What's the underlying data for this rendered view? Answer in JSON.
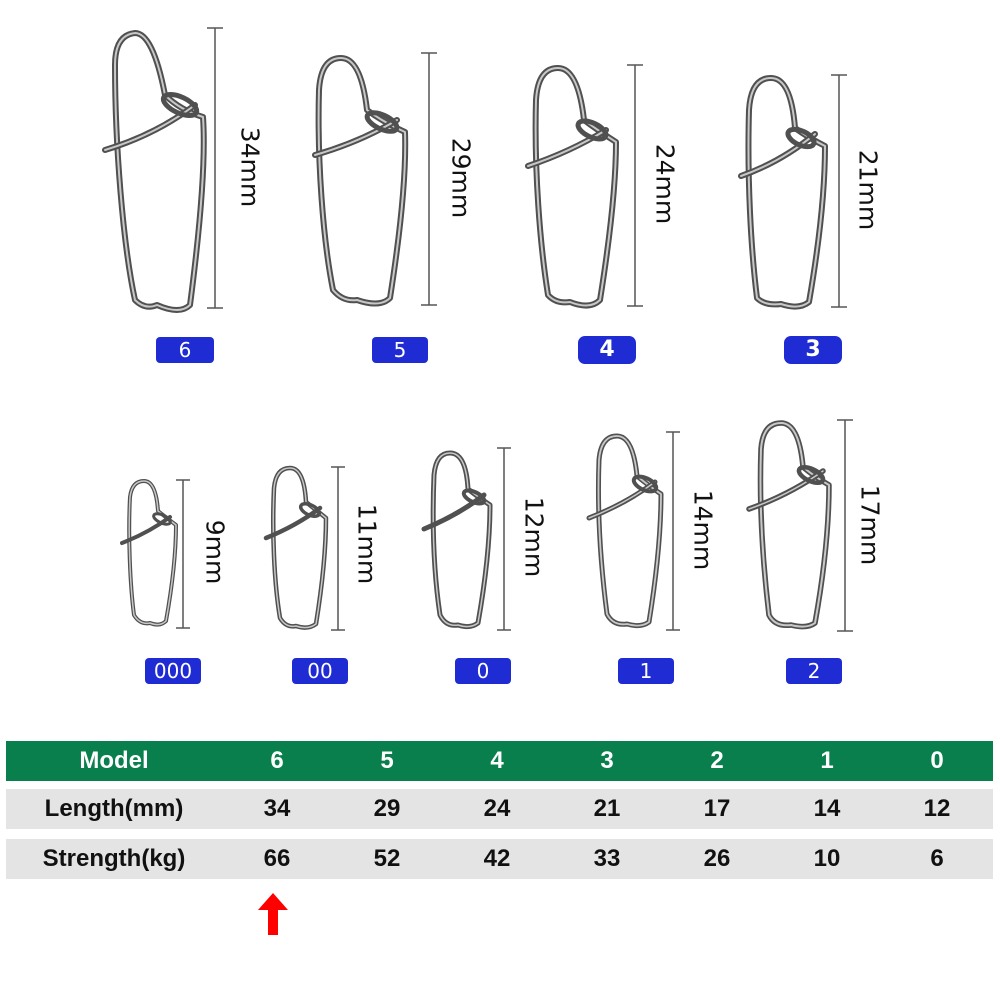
{
  "top_row": [
    {
      "model": "6",
      "length": "34mm",
      "badge_bold": false
    },
    {
      "model": "5",
      "length": "29mm",
      "badge_bold": false
    },
    {
      "model": "4",
      "length": "24mm",
      "badge_bold": true
    },
    {
      "model": "3",
      "length": "21mm",
      "badge_bold": true
    }
  ],
  "bottom_row": [
    {
      "model": "000",
      "length": "9mm"
    },
    {
      "model": "00",
      "length": "11mm"
    },
    {
      "model": "0",
      "length": "12mm"
    },
    {
      "model": "1",
      "length": "14mm"
    },
    {
      "model": "2",
      "length": "17mm"
    }
  ],
  "table": {
    "header_label": "Model",
    "models": [
      "6",
      "5",
      "4",
      "3",
      "2",
      "1",
      "0"
    ],
    "rows": [
      {
        "label": "Length(mm)",
        "values": [
          "34",
          "29",
          "24",
          "21",
          "17",
          "14",
          "12"
        ]
      },
      {
        "label": "Strength(kg)",
        "values": [
          "66",
          "52",
          "42",
          "33",
          "26",
          "10",
          "6"
        ]
      }
    ]
  },
  "colors": {
    "badge": "#1f2bd3",
    "table_header": "#0a7f4e",
    "table_row": "#e4e4e4",
    "arrow": "#ff0000"
  },
  "icons": {
    "snap": "fishing-snap-icon",
    "arrow": "arrow-up-icon"
  }
}
